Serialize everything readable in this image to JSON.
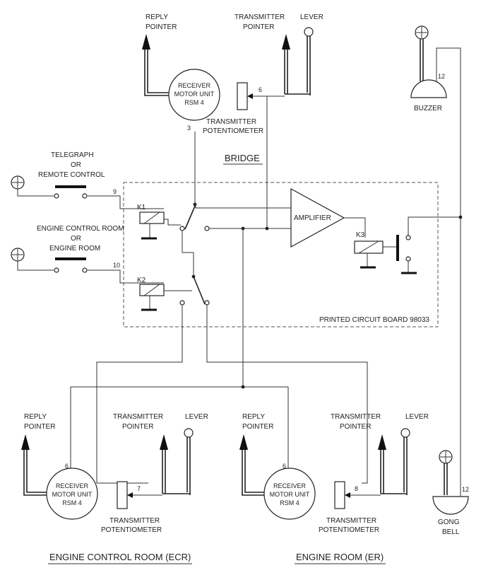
{
  "bridge": {
    "section_label": "BRIDGE",
    "reply_pointer": [
      "REPLY",
      "POINTER"
    ],
    "transmitter_pointer": [
      "TRANSMITTER",
      "POINTER"
    ],
    "lever": "LEVER",
    "receiver": [
      "RECEIVER",
      "MOTOR UNIT",
      "RSM 4"
    ],
    "transmitter_pot": [
      "TRANSMITTER",
      "POTENTIOMETER"
    ],
    "pin_receiver": "3",
    "pin_pot": "6"
  },
  "inputs": {
    "telegraph": [
      "TELEGRAPH",
      "OR",
      "REMOTE CONTROL"
    ],
    "ecr_switch": [
      "ENGINE CONTROL ROOM",
      "OR",
      "ENGINE ROOM"
    ],
    "pin_telegraph": "9",
    "pin_ecr": "10"
  },
  "pcb": {
    "label": "PRINTED CIRCUIT BOARD 98033",
    "k1": "K1",
    "k2": "K2",
    "k3": "K3",
    "amplifier": "AMPLIFIER"
  },
  "buzzer": {
    "label": "BUZZER",
    "pin": "12"
  },
  "gong": {
    "label": [
      "GONG",
      "BELL"
    ],
    "pin": "12"
  },
  "ecr": {
    "title": "ENGINE CONTROL ROOM (ECR)",
    "reply_pointer": [
      "REPLY",
      "POINTER"
    ],
    "transmitter_pointer": [
      "TRANSMITTER",
      "POINTER"
    ],
    "lever": "LEVER",
    "receiver": [
      "RECEIVER",
      "MOTOR UNIT",
      "RSM 4"
    ],
    "transmitter_pot": [
      "TRANSMITTER",
      "POTENTIOMETER"
    ],
    "pin_receiver": "6",
    "pin_pot": "7"
  },
  "er": {
    "title": "ENGINE ROOM (ER)",
    "reply_pointer": [
      "REPLY",
      "POINTER"
    ],
    "transmitter_pointer": [
      "TRANSMITTER",
      "POINTER"
    ],
    "lever": "LEVER",
    "receiver": [
      "RECEIVER",
      "MOTOR UNIT",
      "RSM 4"
    ],
    "transmitter_pot": [
      "TRANSMITTER",
      "POTENTIOMETER"
    ],
    "pin_receiver": "6",
    "pin_pot": "8"
  }
}
